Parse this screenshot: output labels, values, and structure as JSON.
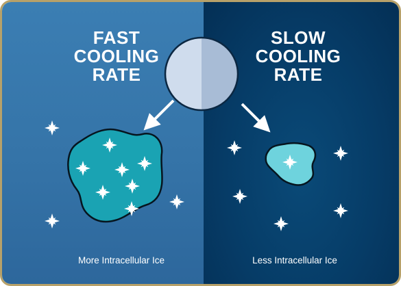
{
  "left_panel": {
    "heading_lines": [
      "FAST",
      "COOLING",
      "RATE"
    ],
    "caption": "More Intracellular Ice"
  },
  "right_panel": {
    "heading_lines": [
      "SLOW",
      "COOLING",
      "RATE"
    ],
    "caption": "Less Intracellular Ice"
  },
  "colors": {
    "frame_border": "#b7a169",
    "left_background": "#3574a8",
    "right_background": "#063c67",
    "cell_fill": "#1aa3b3",
    "small_cell_fill": "#6ed3dd",
    "sphere_fill": "#c5d6ea",
    "ice_crystal": "#ffffff"
  }
}
